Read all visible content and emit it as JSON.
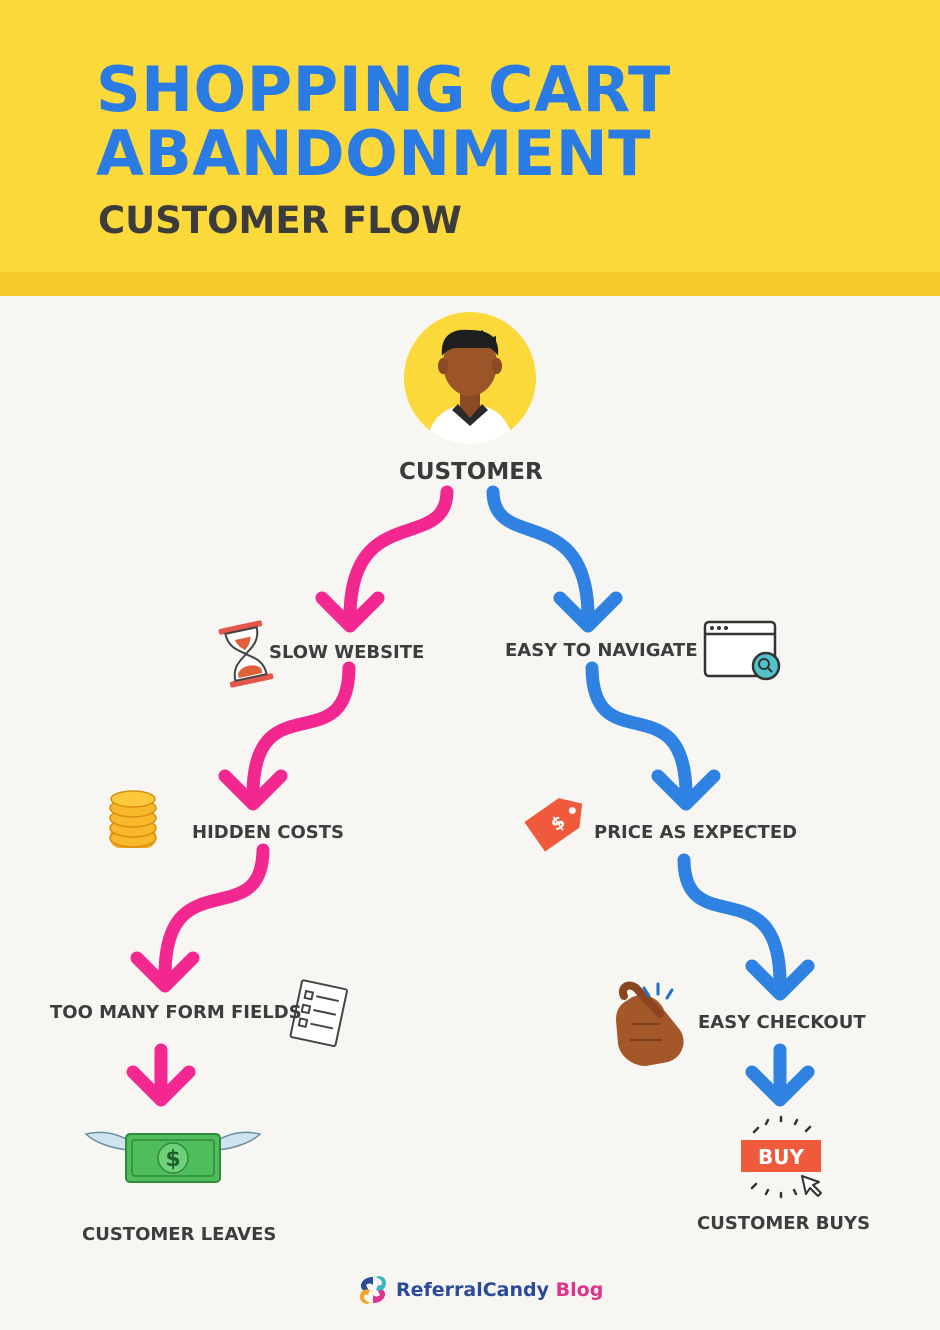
{
  "header": {
    "title_line1": "SHOPPING CART",
    "title_line2": "ABANDONMENT",
    "subtitle": "CUSTOMER FLOW"
  },
  "nodes": {
    "customer": "CUSTOMER",
    "slow_website": "SLOW WEBSITE",
    "hidden_costs": "HIDDEN COSTS",
    "too_many_form_fields": "TOO MANY FORM FIELDS",
    "customer_leaves": "CUSTOMER LEAVES",
    "easy_to_navigate": "EASY TO NAVIGATE",
    "price_as_expected": "PRICE AS EXPECTED",
    "easy_checkout": "EASY CHECKOUT",
    "customer_buys": "CUSTOMER BUYS"
  },
  "icons": {
    "buy_button_text": "BUY",
    "price_tag_symbol": "$",
    "money_symbol": "$"
  },
  "colors": {
    "abandon_path": "#f2278f",
    "success_path": "#2f82e2",
    "header_bg": "#fcd93a",
    "title": "#2b7be4"
  },
  "footer": {
    "brand_part1": "ReferralCandy",
    "brand_part2": "Blog"
  }
}
